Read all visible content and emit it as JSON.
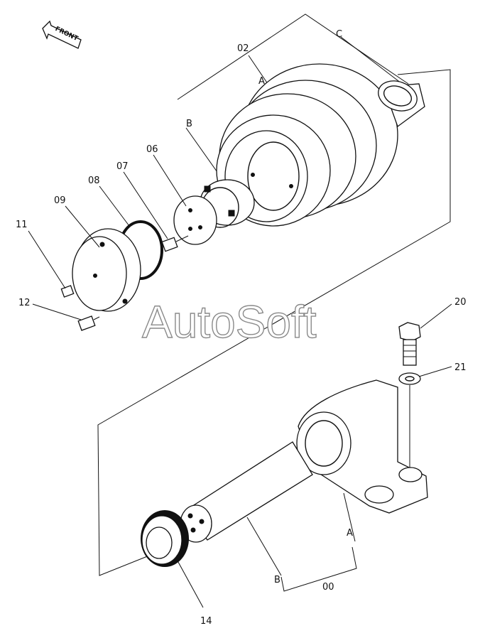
{
  "watermark": "AutoSoft",
  "direction_marker": "FRONT",
  "callouts": {
    "c02": "02",
    "c06": "06",
    "c07": "07",
    "c08": "08",
    "c09": "09",
    "c11": "11",
    "c12": "12",
    "c14": "14",
    "c20": "20",
    "c21": "21",
    "c00": "00",
    "a_top": "A",
    "b_top": "B",
    "c_top": "C",
    "a_bottom": "A",
    "b_bottom": "B"
  }
}
